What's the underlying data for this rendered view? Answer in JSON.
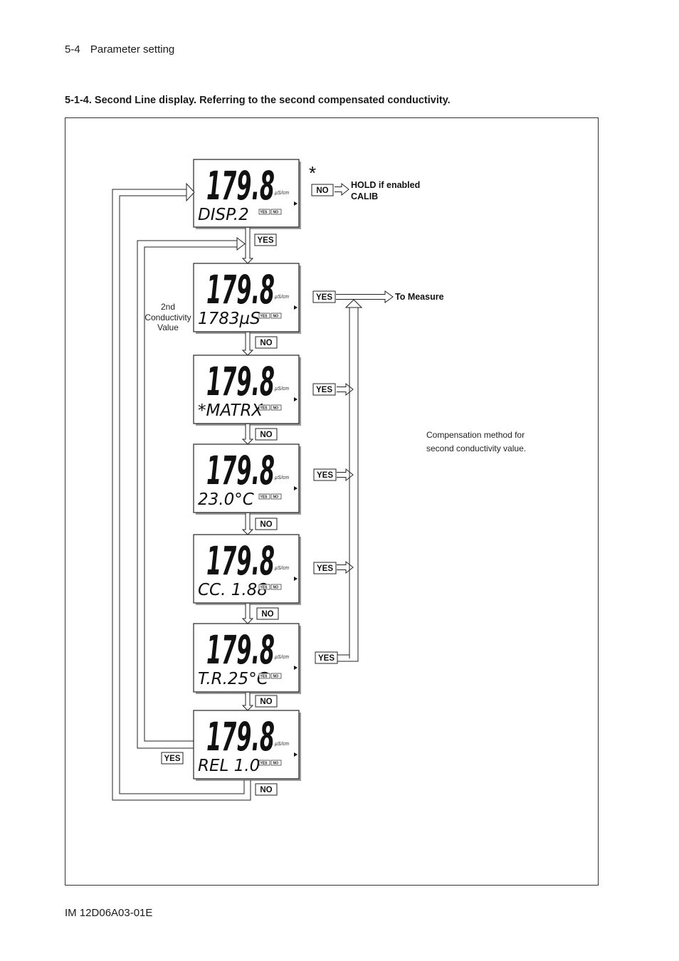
{
  "header": {
    "page_number": "5-4",
    "title": "Parameter setting"
  },
  "section_title": "5-1-4. Second Line display. Referring to the second compensated conductivity.",
  "footer": "IM 12D06A03-01E",
  "diagram": {
    "main_reading": "179.8",
    "unit": "µS/cm",
    "yes_tag": "YES",
    "no_tag": "NO",
    "asterisk": "*",
    "displays": [
      {
        "sub": "DISP.2"
      },
      {
        "sub": "1783µS"
      },
      {
        "sub": "*MATRX"
      },
      {
        "sub": "23.0°C"
      },
      {
        "sub": "CC. 1.88"
      },
      {
        "sub": "T.R.25°C"
      },
      {
        "sub": "REL  1.0"
      }
    ],
    "labels": {
      "yes": "YES",
      "no": "NO"
    },
    "hold_line1": "HOLD if enabled",
    "hold_line2": "CALIB",
    "to_measure": "To Measure",
    "second_cond_line1": "2nd",
    "second_cond_line2": "Conductivity",
    "second_cond_line3": "Value",
    "compensation_line1": "Compensation method for",
    "compensation_line2": "second conductivity value."
  }
}
